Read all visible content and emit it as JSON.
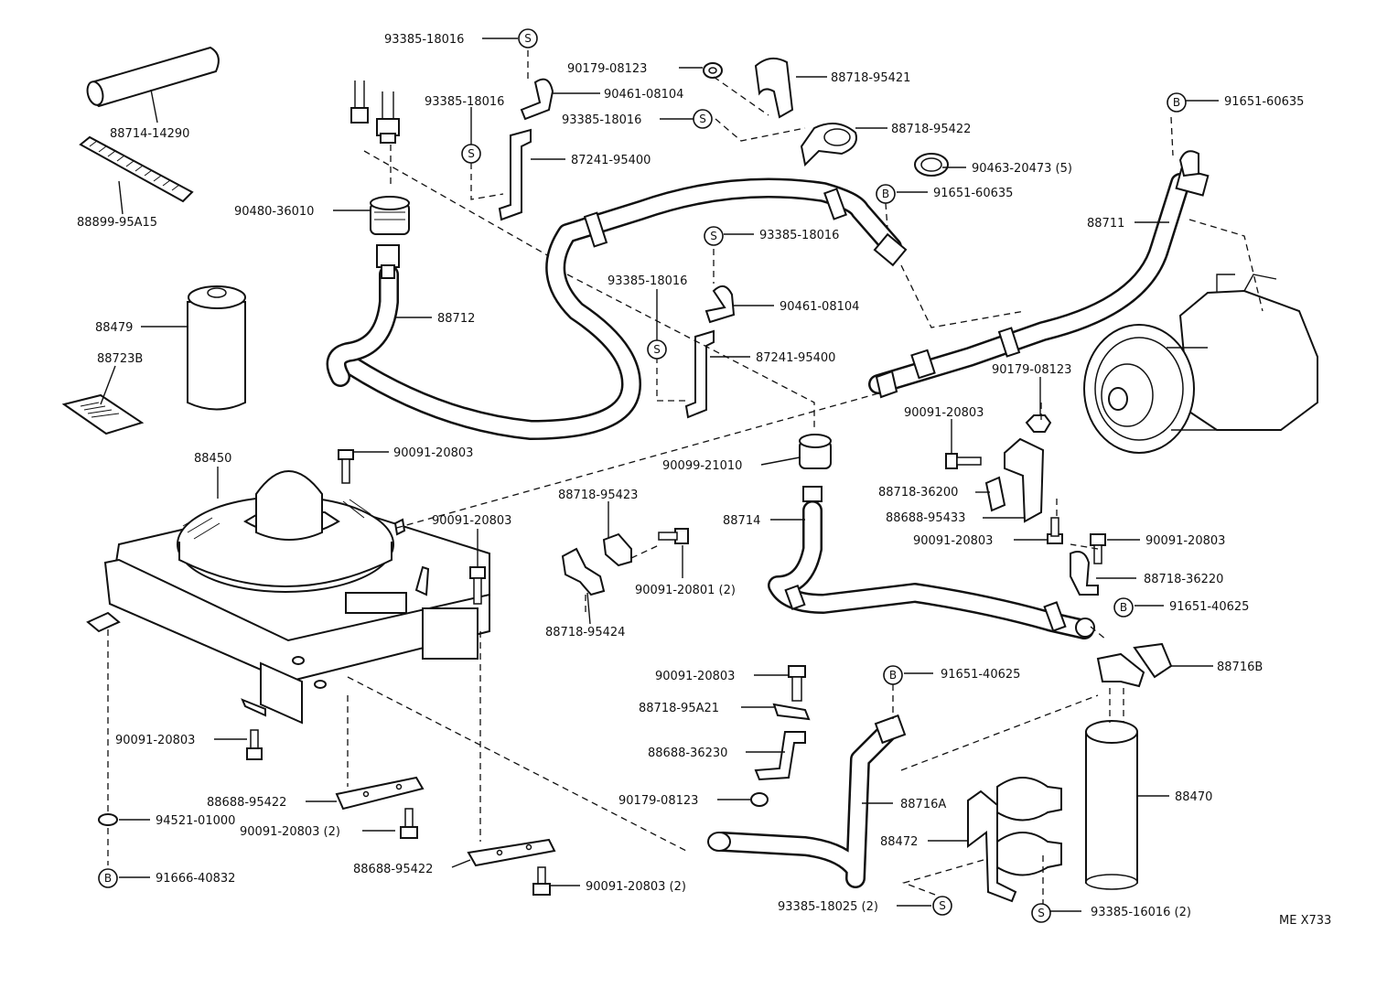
{
  "diagram": {
    "reference_code": "ME X733",
    "labels": [
      {
        "id": "93385-18016-a",
        "text": "93385-18016"
      },
      {
        "id": "90179-08123-a",
        "text": "90179-08123"
      },
      {
        "id": "88718-95421",
        "text": "88718-95421"
      },
      {
        "id": "91651-60635-a",
        "text": "91651-60635"
      },
      {
        "id": "90461-08104-a",
        "text": "90461-08104"
      },
      {
        "id": "93385-18016-b",
        "text": "93385-18016"
      },
      {
        "id": "93385-18016-c",
        "text": "93385-18016"
      },
      {
        "id": "88718-95422",
        "text": "88718-95422"
      },
      {
        "id": "88714-14290",
        "text": "88714-14290"
      },
      {
        "id": "87241-95400-a",
        "text": "87241-95400"
      },
      {
        "id": "90463-20473",
        "text": "90463-20473 (5)"
      },
      {
        "id": "88899-95A15",
        "text": "88899-95A15"
      },
      {
        "id": "91651-60635-b",
        "text": "91651-60635"
      },
      {
        "id": "90480-36010",
        "text": "90480-36010"
      },
      {
        "id": "88711",
        "text": "88711"
      },
      {
        "id": "93385-18016-d",
        "text": "93385-18016"
      },
      {
        "id": "93385-18016-e",
        "text": "93385-18016"
      },
      {
        "id": "90461-08104-b",
        "text": "90461-08104"
      },
      {
        "id": "88479",
        "text": "88479"
      },
      {
        "id": "88712",
        "text": "88712"
      },
      {
        "id": "88723B",
        "text": "88723B"
      },
      {
        "id": "87241-95400-b",
        "text": "87241-95400"
      },
      {
        "id": "90179-08123-b",
        "text": "90179-08123"
      },
      {
        "id": "90091-20803-a",
        "text": "90091-20803"
      },
      {
        "id": "88450",
        "text": "88450"
      },
      {
        "id": "90091-20803-b",
        "text": "90091-20803"
      },
      {
        "id": "90099-21010",
        "text": "90099-21010"
      },
      {
        "id": "88718-36200",
        "text": "88718-36200"
      },
      {
        "id": "88718-95423",
        "text": "88718-95423"
      },
      {
        "id": "88688-95433",
        "text": "88688-95433"
      },
      {
        "id": "90091-20803-c",
        "text": "90091-20803"
      },
      {
        "id": "88714",
        "text": "88714"
      },
      {
        "id": "90091-20803-d",
        "text": "90091-20803"
      },
      {
        "id": "90091-20803-e",
        "text": "90091-20803"
      },
      {
        "id": "88718-36220",
        "text": "88718-36220"
      },
      {
        "id": "90091-20801",
        "text": "90091-20801 (2)"
      },
      {
        "id": "91651-40625-a",
        "text": "91651-40625"
      },
      {
        "id": "88718-95424",
        "text": "88718-95424"
      },
      {
        "id": "88716B",
        "text": "88716B"
      },
      {
        "id": "90091-20803-f",
        "text": "90091-20803"
      },
      {
        "id": "91651-40625-b",
        "text": "91651-40625"
      },
      {
        "id": "88718-95A21",
        "text": "88718-95A21"
      },
      {
        "id": "90091-20803-g",
        "text": "90091-20803"
      },
      {
        "id": "88688-36230",
        "text": "88688-36230"
      },
      {
        "id": "88470",
        "text": "88470"
      },
      {
        "id": "90179-08123-c",
        "text": "90179-08123"
      },
      {
        "id": "88716A",
        "text": "88716A"
      },
      {
        "id": "88688-95422-a",
        "text": "88688-95422"
      },
      {
        "id": "94521-01000",
        "text": "94521-01000"
      },
      {
        "id": "88472",
        "text": "88472"
      },
      {
        "id": "90091-20803-h",
        "text": "90091-20803 (2)"
      },
      {
        "id": "88688-95422-b",
        "text": "88688-95422"
      },
      {
        "id": "91666-40832",
        "text": "91666-40832"
      },
      {
        "id": "90091-20803-i",
        "text": "90091-20803 (2)"
      },
      {
        "id": "93385-18025",
        "text": "93385-18025 (2)"
      },
      {
        "id": "93385-16016",
        "text": "93385-16016 (2)"
      }
    ],
    "symbols": {
      "S": "S",
      "B": "B"
    }
  }
}
